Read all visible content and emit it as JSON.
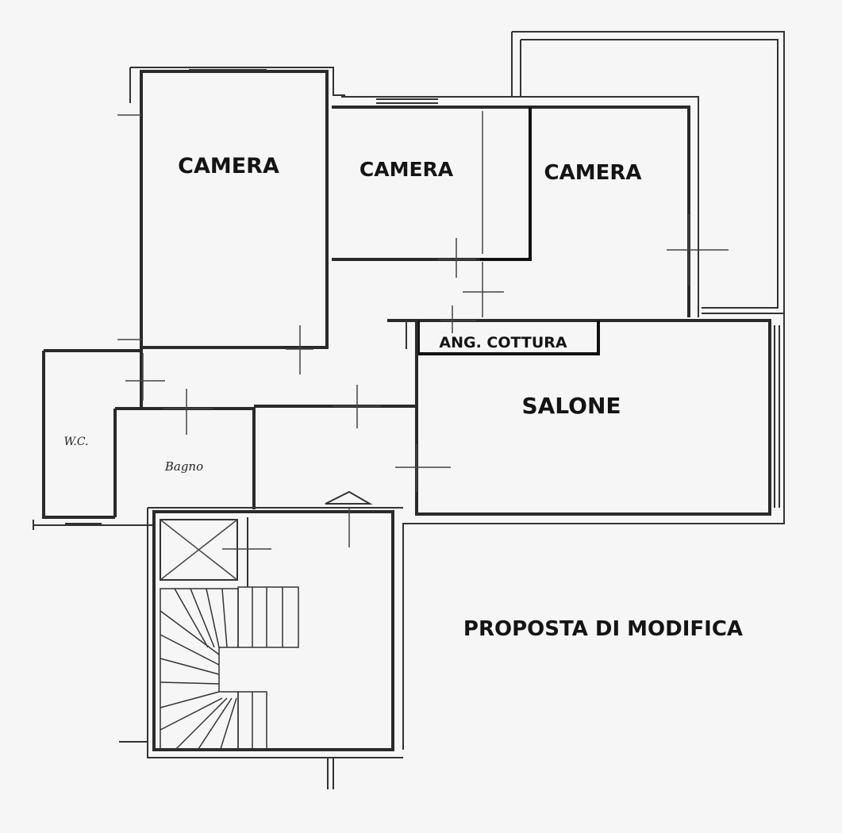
{
  "floor_plan": {
    "rooms": [
      {
        "id": "camera-1",
        "label": "CAMERA"
      },
      {
        "id": "camera-2",
        "label": "CAMERA"
      },
      {
        "id": "camera-3",
        "label": "CAMERA"
      },
      {
        "id": "angolo-cottura",
        "label": "ANG. COTTURA"
      },
      {
        "id": "salone",
        "label": "SALONE"
      },
      {
        "id": "wc",
        "label": "W.C."
      },
      {
        "id": "bagno",
        "label": "Bagno"
      }
    ],
    "caption": "PROPOSTA DI MODIFICA"
  }
}
